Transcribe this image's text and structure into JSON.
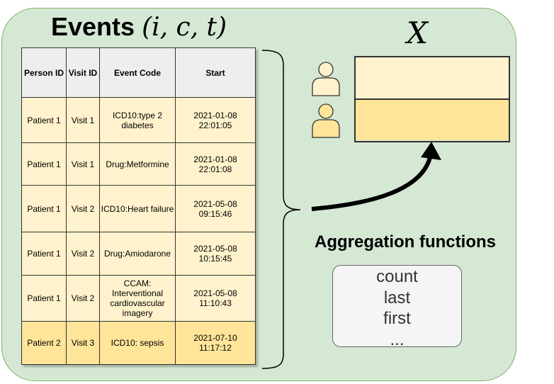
{
  "title": {
    "text": "Events",
    "math": "(i, c, t)"
  },
  "matrix_label": "X",
  "table": {
    "headers": [
      "Person ID",
      "Visit ID",
      "Event Code",
      "Start"
    ],
    "rows": [
      {
        "person": "Patient 1",
        "visit": "Visit 1",
        "code": "ICD10:type 2 diabetes",
        "start_date": "2021-01-08",
        "start_time": "22:01:05"
      },
      {
        "person": "Patient 1",
        "visit": "Visit 1",
        "code": "Drug:Metformine",
        "start_date": "2021-01-08",
        "start_time": "22:01:08"
      },
      {
        "person": "Patient 1",
        "visit": "Visit 2",
        "code": "ICD10:Heart failure",
        "start_date": "2021-05-08",
        "start_time": "09:15:46"
      },
      {
        "person": "Patient 1",
        "visit": "Visit 2",
        "code": "Drug:Amiodarone",
        "start_date": "2021-05-08",
        "start_time": "10:15:45"
      },
      {
        "person": "Patient 1",
        "visit": "Visit 2",
        "code": "CCAM: Interventional cardiovascular imagery",
        "start_date": "2021-05-08",
        "start_time": "11:10:43"
      },
      {
        "person": "Patient 2",
        "visit": "Visit 3",
        "code": "ICD10: sepsis",
        "start_date": "2021-07-10",
        "start_time": "11:17:12"
      }
    ]
  },
  "aggregation": {
    "title": "Aggregation functions",
    "functions": [
      "count",
      "last",
      "first",
      "..."
    ]
  },
  "icons": [
    "person-icon",
    "person-icon"
  ],
  "colors": {
    "panel_bg": "#d5e8d4",
    "panel_border": "#82b366",
    "patient1_fill": "#fff2cc",
    "patient2_fill": "#ffe599",
    "header_fill": "#eeeeee"
  }
}
